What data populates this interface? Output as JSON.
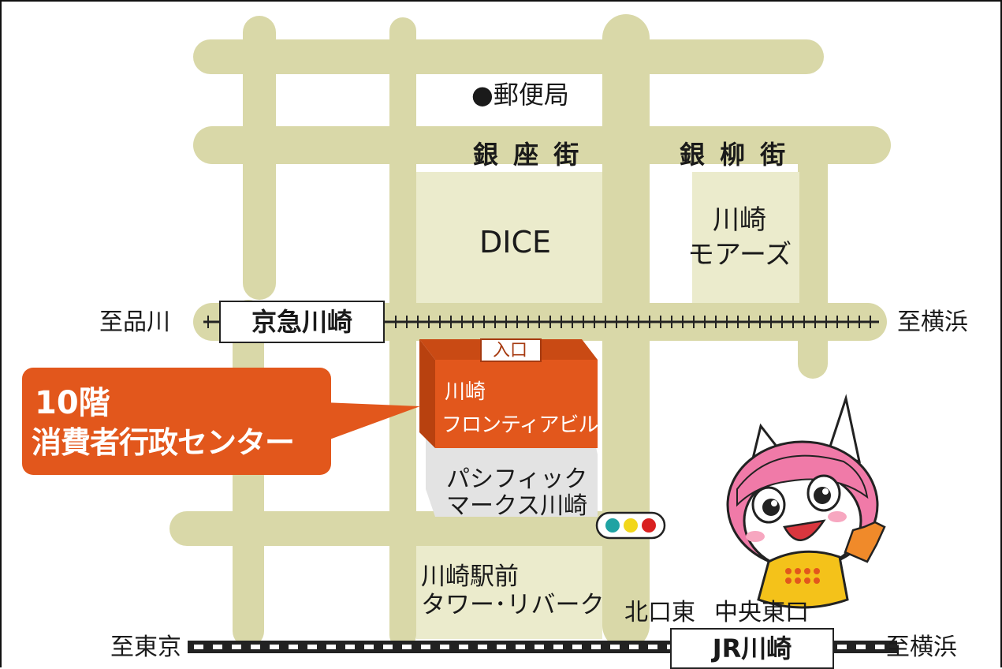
{
  "labels": {
    "post_office": "●郵便局",
    "ginza_gai": "銀 座 街",
    "ginryu_gai": "銀 柳 街",
    "dice": "DICE",
    "more_s_1": "川崎",
    "more_s_2": "モアーズ",
    "to_shinagawa": "至品川",
    "to_yokohama_top": "至横浜",
    "keikyu_station": "京急川崎",
    "entrance": "入口",
    "frontier_1": "川崎",
    "frontier_2": "フロンティアビル",
    "pacific_1": "パシフィック",
    "pacific_2": "マークス川崎",
    "tower_1": "川崎駅前",
    "tower_2": "タワー･リバーク",
    "north_exit": "北口東",
    "central_exit": "中央東口",
    "to_tokyo": "至東京",
    "jr_station": "JR川崎",
    "to_yokohama_bottom": "至横浜"
  },
  "callout": {
    "floor": "10階",
    "name": "消費者行政センター"
  },
  "colors": {
    "road": "#d9d8a8",
    "block": "#ebebcc",
    "building_orange": "#e2571c",
    "building_gray": "#e3e3e3",
    "rail": "#222222",
    "traffic_green": "#1fa3a3",
    "traffic_yellow": "#f2d71a",
    "traffic_red": "#d92020",
    "mascot_hair": "#f07aa8",
    "mascot_dress": "#f4c21a"
  },
  "icons": [
    "traffic-light-icon",
    "mascot-cat-character"
  ]
}
